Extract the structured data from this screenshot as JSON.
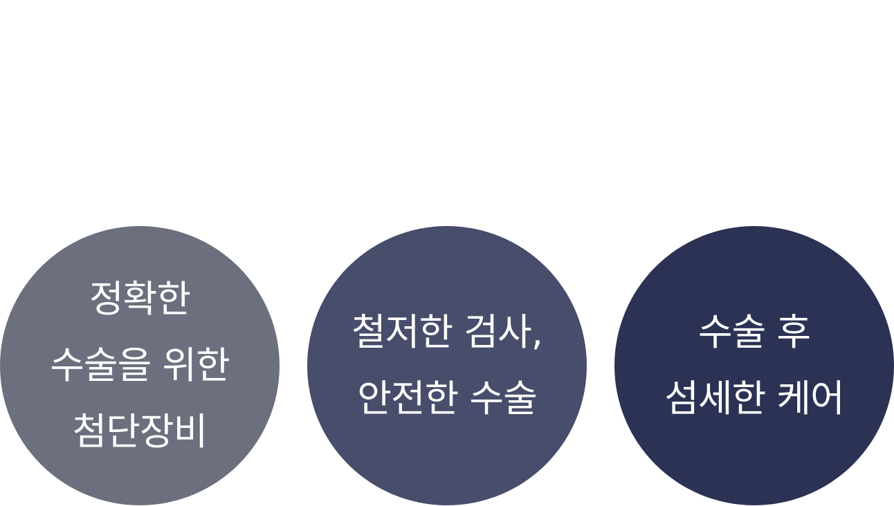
{
  "features": [
    {
      "lines": [
        "정확한",
        "수술을 위한",
        "첨단장비"
      ],
      "color": "#6c6f7d"
    },
    {
      "lines": [
        "철저한 검사,",
        "안전한 수술"
      ],
      "color": "#474d6a"
    },
    {
      "lines": [
        "수술 후",
        "섬세한 케어"
      ],
      "color": "#2b3254"
    }
  ]
}
